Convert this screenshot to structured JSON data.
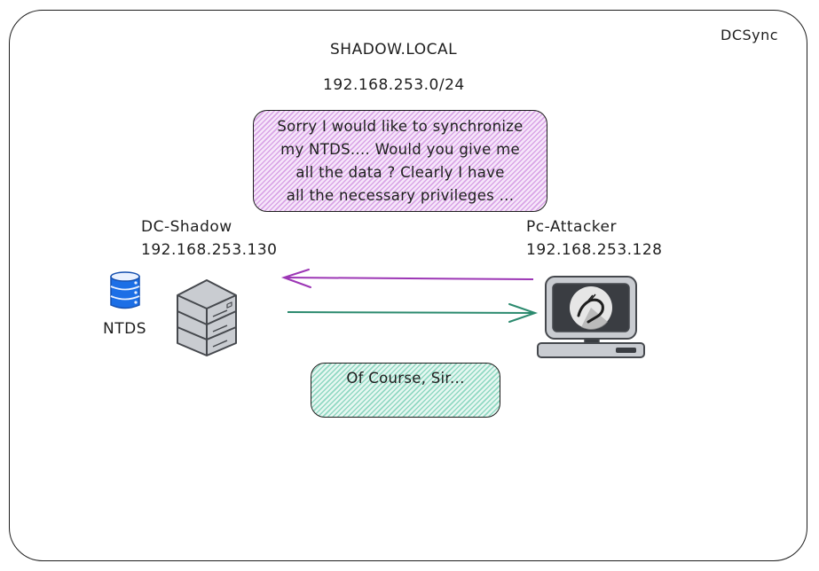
{
  "diagram": {
    "title_tag": "DCSync",
    "domain_name": "SHADOW.LOCAL",
    "subnet": "192.168.253.0/24",
    "request_message": "Sorry I would like to synchronize my NTDS.... Would you give me all the data ? Clearly I have all the necessary privileges ...",
    "request_lines": [
      "Sorry I would like to synchronize",
      "my NTDS.... Would you give me",
      "all the data ? Clearly I have",
      "all the necessary privileges ..."
    ],
    "response_message": "Of Course, Sir...",
    "dc": {
      "name": "DC-Shadow",
      "ip": "192.168.253.130",
      "database_label": "NTDS",
      "icon": "server-stack-icon",
      "database_icon": "database-icon"
    },
    "attacker": {
      "name": "Pc-Attacker",
      "ip": "192.168.253.128",
      "icon": "kali-computer-icon"
    },
    "arrows": [
      {
        "from": "Pc-Attacker",
        "to": "DC-Shadow",
        "color": "#9c36b5"
      },
      {
        "from": "DC-Shadow",
        "to": "Pc-Attacker",
        "color": "#2b8a6e"
      }
    ],
    "colors": {
      "request_bubble": "#d9a4e6",
      "response_bubble": "#8fd8c2",
      "database_blue": "#1c6fe6",
      "server_gray": "#c9ccd1"
    }
  }
}
